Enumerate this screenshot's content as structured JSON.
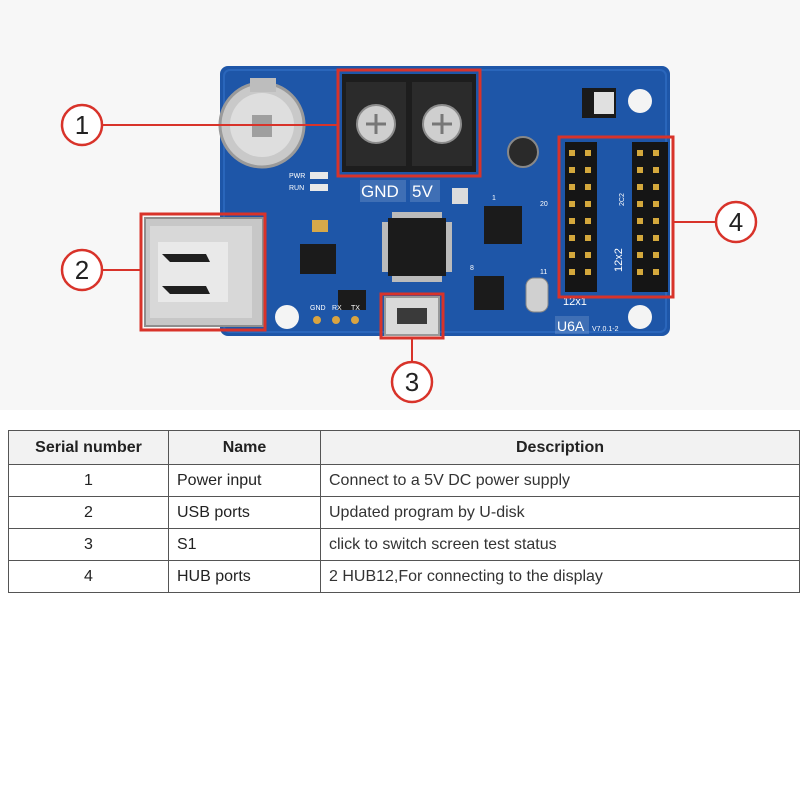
{
  "board": {
    "gnd_label": "GND",
    "v5_label": "5V",
    "pwr_label": "PWR",
    "run_label": "RUN",
    "gnd_small": "GND",
    "rx_label": "RX",
    "tx_label": "TX",
    "hub_small": "12x1",
    "hub_big": "12x2",
    "model": "U6A",
    "version": "V7.0.1-2",
    "pin1": "1",
    "pin20": "20",
    "pin11": "11",
    "pin8": "8",
    "ic_mark": "2C2",
    "colors": {
      "pcb": "#1e56a8",
      "callout": "#d8332a"
    }
  },
  "callouts": [
    {
      "number": "1"
    },
    {
      "number": "2"
    },
    {
      "number": "3"
    },
    {
      "number": "4"
    }
  ],
  "table": {
    "headers": {
      "serial": "Serial number",
      "name": "Name",
      "description": "Description"
    },
    "rows": [
      {
        "serial": "1",
        "name": "Power input",
        "description": "Connect to a 5V DC power supply"
      },
      {
        "serial": "2",
        "name": "USB ports",
        "description": "Updated program by U-disk"
      },
      {
        "serial": "3",
        "name": "S1",
        "description": "click to switch screen test status"
      },
      {
        "serial": "4",
        "name": "HUB ports",
        "description": "2 HUB12,For connecting to the display"
      }
    ]
  }
}
